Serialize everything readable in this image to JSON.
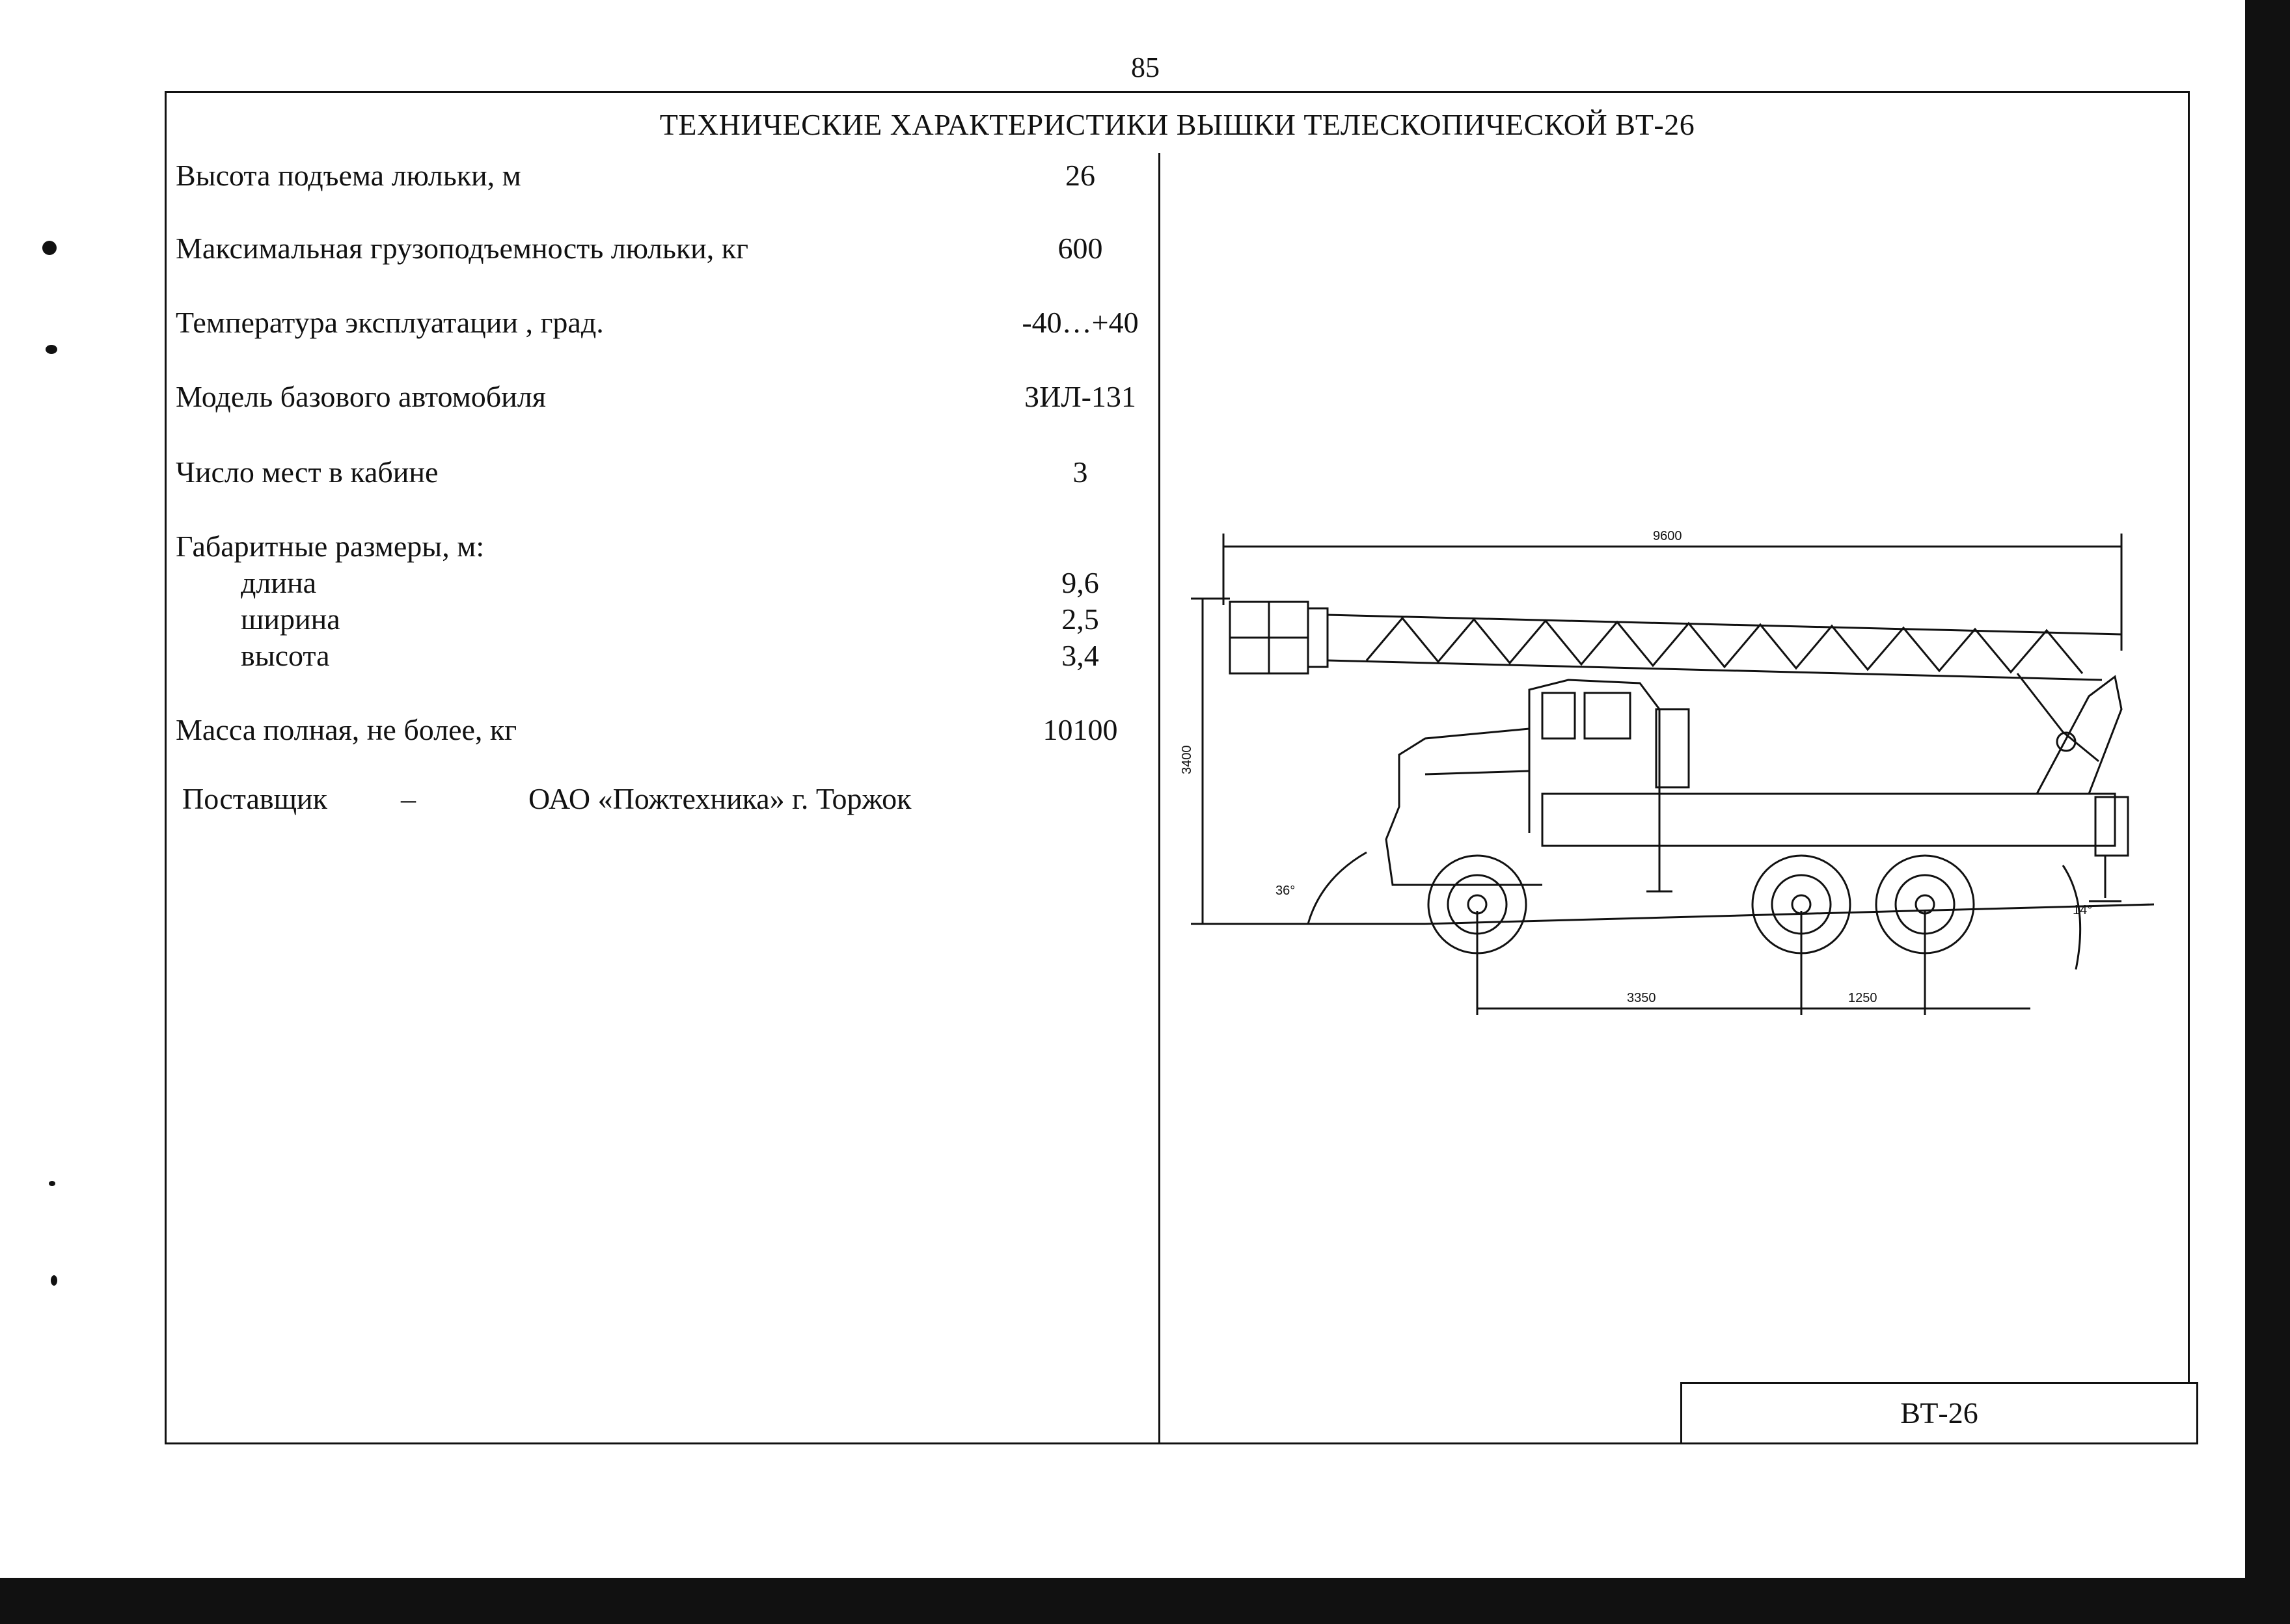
{
  "page_number": "85",
  "title": "ТЕХНИЧЕСКИЕ ХАРАКТЕРИСТИКИ ВЫШКИ ТЕЛЕСКОПИЧЕСКОЙ ВТ-26",
  "specs": {
    "lift_height": {
      "label": "Высота подъема люльки, м",
      "value": "26"
    },
    "max_load": {
      "label": "Максимальная грузоподъемность люльки, кг",
      "value": "600"
    },
    "temperature": {
      "label": "Температура эксплуатации , град.",
      "value": "-40…+40"
    },
    "base_vehicle": {
      "label": "Модель базового автомобиля",
      "value": "ЗИЛ-131"
    },
    "cab_seats": {
      "label": "Число мест в кабине",
      "value": "3"
    },
    "dimensions": {
      "label": "Габаритные размеры, м:",
      "length": {
        "label": "длина",
        "value": "9,6"
      },
      "width": {
        "label": "ширина",
        "value": "2,5"
      },
      "height": {
        "label": "высота",
        "value": "3,4"
      }
    },
    "gross_mass": {
      "label": "Масса полная, не более, кг",
      "value": "10100"
    }
  },
  "supplier": {
    "label": "Поставщик",
    "dash": "–",
    "value": "ОАО «Пожтехника» г. Торжок"
  },
  "drawing": {
    "dim_length": "9600",
    "dim_height": "3400",
    "dim_wheelbase": "3350",
    "dim_rear_axle": "1250",
    "angle_front": "36°",
    "angle_rear": "14°"
  },
  "code": "ВТ-26"
}
